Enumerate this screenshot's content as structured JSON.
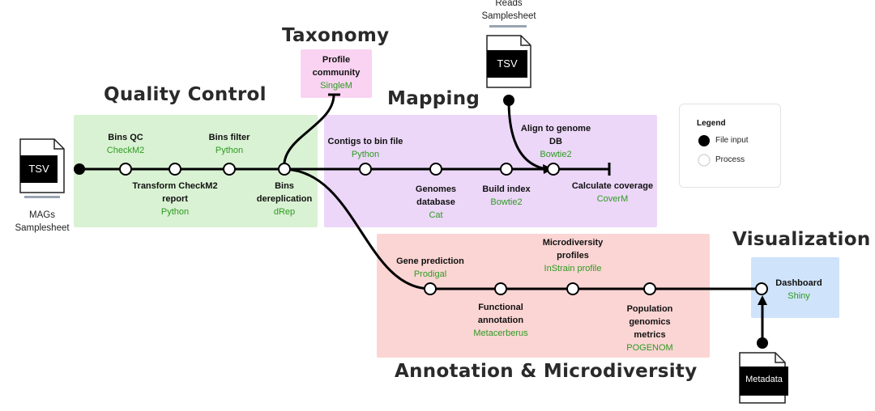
{
  "sections": {
    "quality_control": "Quality Control",
    "taxonomy": "Taxonomy",
    "mapping": "Mapping",
    "visualization": "Visualization",
    "annotation": "Annotation & Microdiversity"
  },
  "files": {
    "mags_tsv": "TSV",
    "mags_label_1": "MAGs",
    "mags_label_2": "Samplesheet",
    "reads_tsv": "TSV",
    "reads_label_1": "Reads",
    "reads_label_2": "Samplesheet",
    "metadata": "Metadata"
  },
  "steps": {
    "bins_qc": {
      "name": "Bins QC",
      "tool": "CheckM2"
    },
    "transform": {
      "name1": "Transform CheckM2",
      "name2": "report",
      "tool": "Python"
    },
    "bins_filter": {
      "name": "Bins filter",
      "tool": "Python"
    },
    "dereplication": {
      "name1": "Bins",
      "name2": "dereplication",
      "tool": "dRep"
    },
    "profile": {
      "name1": "Profile",
      "name2": "community",
      "tool": "SingleM"
    },
    "contigs": {
      "name": "Contigs to bin file",
      "tool": "Python"
    },
    "genomes_db": {
      "name1": "Genomes",
      "name2": "database",
      "tool": "Cat"
    },
    "build_index": {
      "name": "Build index",
      "tool": "Bowtie2"
    },
    "align": {
      "name1": "Align to genome",
      "name2": "DB",
      "tool": "Bowtie2"
    },
    "coverage": {
      "name": "Calculate coverage",
      "tool": "CoverM"
    },
    "gene_pred": {
      "name": "Gene prediction",
      "tool": "Prodigal"
    },
    "functional": {
      "name1": "Functional",
      "name2": "annotation",
      "tool": "Metacerberus"
    },
    "microdiv": {
      "name1": "Microdiversity",
      "name2": "profiles",
      "tool": "InStrain profile"
    },
    "popgen": {
      "name1": "Population",
      "name2": "genomics",
      "name3": "metrics",
      "tool": "POGENOM"
    },
    "dashboard": {
      "name": "Dashboard",
      "tool": "Shiny"
    }
  },
  "legend": {
    "title": "Legend",
    "file_input": "File input",
    "process": "Process"
  },
  "colors": {
    "qc_bg": "#d9f2d3",
    "taxonomy_bg": "#f9d3f1",
    "mapping_bg": "#ecd7f8",
    "annotation_bg": "#fbd5d3",
    "visualization_bg": "#cfe3fa",
    "tool_green": "#2e9a22"
  }
}
